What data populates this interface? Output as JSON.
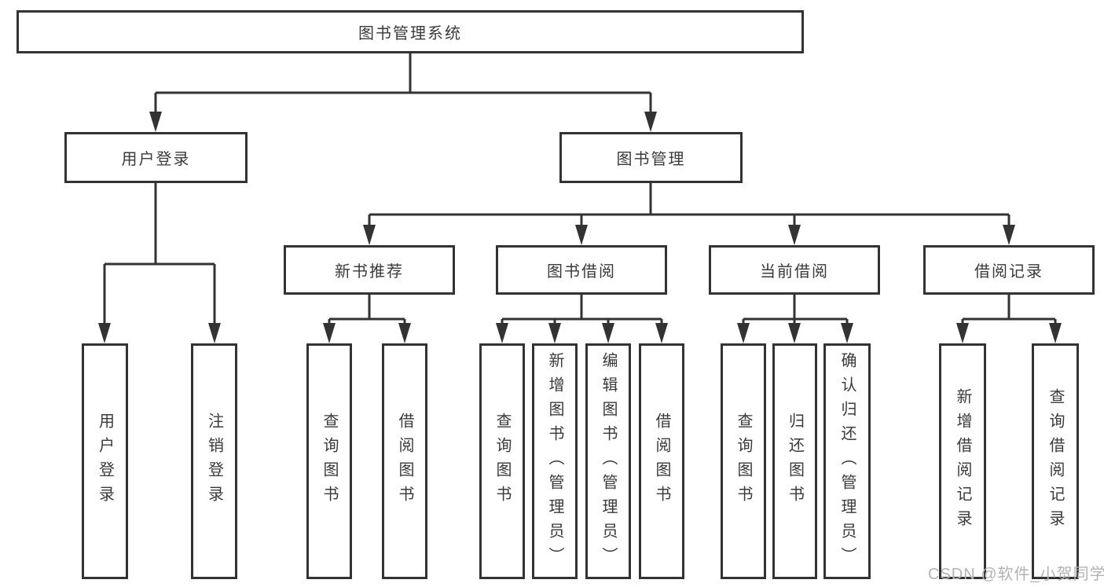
{
  "diagram": {
    "title": "图书管理系统",
    "colors": {
      "line": "#333333",
      "text": "#3a3a3a",
      "background": "#ffffff",
      "watermark": "#b3b3b3"
    },
    "tree": {
      "label": "图书管理系统",
      "children": [
        {
          "label": "用户登录",
          "children": [
            {
              "label": "用户登录"
            },
            {
              "label": "注销登录"
            }
          ]
        },
        {
          "label": "图书管理",
          "children": [
            {
              "label": "新书推荐",
              "children": [
                {
                  "label": "查询图书"
                },
                {
                  "label": "借阅图书"
                }
              ]
            },
            {
              "label": "图书借阅",
              "children": [
                {
                  "label": "查询图书"
                },
                {
                  "label": "新增图书（管理员）"
                },
                {
                  "label": "编辑图书（管理员）"
                },
                {
                  "label": "借阅图书"
                }
              ]
            },
            {
              "label": "当前借阅",
              "children": [
                {
                  "label": "查询图书"
                },
                {
                  "label": "归还图书"
                },
                {
                  "label": "确认归还（管理员）"
                }
              ]
            },
            {
              "label": "借阅记录",
              "children": [
                {
                  "label": "新增借阅记录"
                },
                {
                  "label": "查询借阅记录"
                }
              ]
            }
          ]
        }
      ]
    },
    "watermark": {
      "text": "CSDN @软件_小贺同学"
    }
  }
}
